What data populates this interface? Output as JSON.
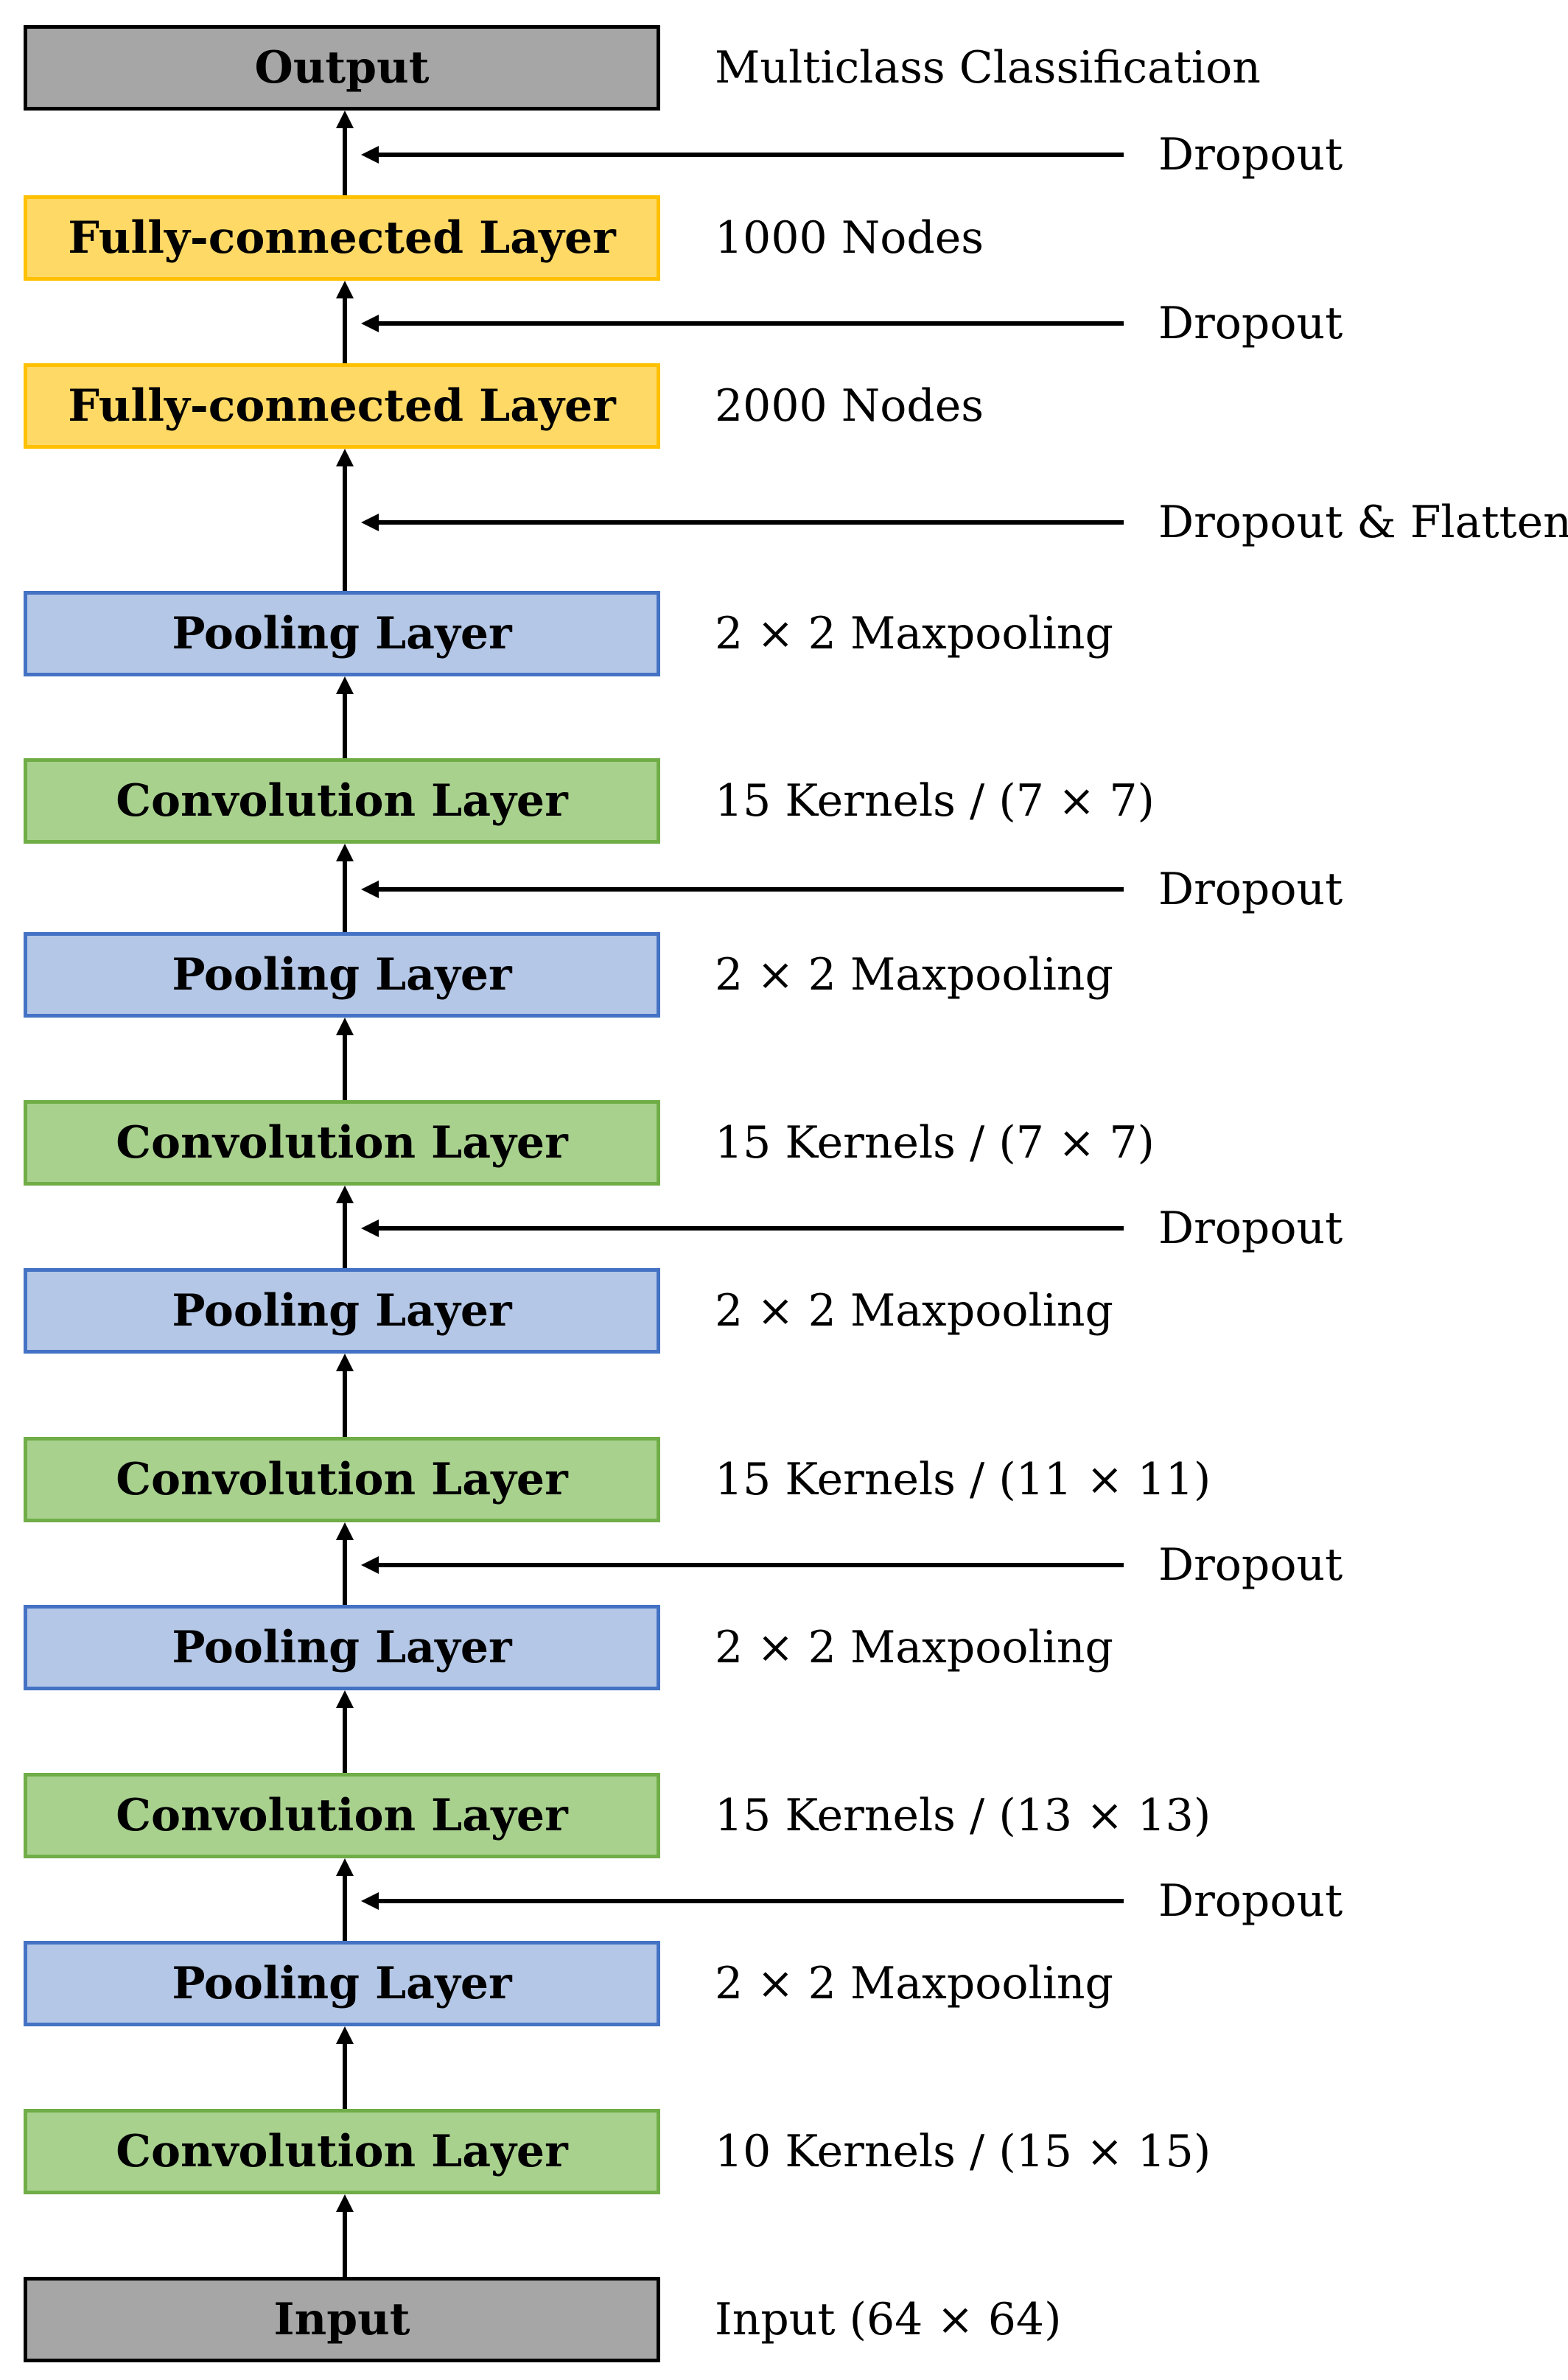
{
  "layers": [
    {
      "kind": "io",
      "label": "Output",
      "description": "Multiclass Classification"
    },
    {
      "kind": "dense",
      "label": "Fully-connected Layer",
      "description": "1000 Nodes"
    },
    {
      "kind": "dense",
      "label": "Fully-connected Layer",
      "description": "2000 Nodes"
    },
    {
      "kind": "pool",
      "label": "Pooling Layer",
      "description": "2 × 2 Maxpooling"
    },
    {
      "kind": "conv",
      "label": "Convolution Layer",
      "description": "15 Kernels / (7 × 7)"
    },
    {
      "kind": "pool",
      "label": "Pooling Layer",
      "description": "2 × 2 Maxpooling"
    },
    {
      "kind": "conv",
      "label": "Convolution Layer",
      "description": "15 Kernels / (7 × 7)"
    },
    {
      "kind": "pool",
      "label": "Pooling Layer",
      "description": "2 × 2 Maxpooling"
    },
    {
      "kind": "conv",
      "label": "Convolution Layer",
      "description": "15 Kernels / (11 × 11)"
    },
    {
      "kind": "pool",
      "label": "Pooling Layer",
      "description": "2 × 2 Maxpooling"
    },
    {
      "kind": "conv",
      "label": "Convolution Layer",
      "description": "15 Kernels / (13 × 13)"
    },
    {
      "kind": "pool",
      "label": "Pooling Layer",
      "description": "2 × 2 Maxpooling"
    },
    {
      "kind": "conv",
      "label": "Convolution Layer",
      "description": "10 Kernels / (15 × 15)"
    },
    {
      "kind": "io",
      "label": "Input",
      "description": "Input (64 × 64)"
    }
  ],
  "dropouts": [
    {
      "between": [
        0,
        1
      ],
      "label": "Dropout"
    },
    {
      "between": [
        1,
        2
      ],
      "label": "Dropout"
    },
    {
      "between": [
        2,
        3
      ],
      "label": "Dropout & Flatten"
    },
    {
      "between": [
        4,
        5
      ],
      "label": "Dropout"
    },
    {
      "between": [
        6,
        7
      ],
      "label": "Dropout"
    },
    {
      "between": [
        8,
        9
      ],
      "label": "Dropout"
    },
    {
      "between": [
        10,
        11
      ],
      "label": "Dropout"
    }
  ],
  "colors": {
    "io_fill": "#a6a6a6",
    "io_border": "#000000",
    "dense_fill": "#ffd966",
    "dense_border": "#ffc000",
    "pool_fill": "#b4c7e7",
    "pool_border": "#4472c4",
    "conv_fill": "#a9d18e",
    "conv_border": "#70ad47",
    "arrow": "#000000"
  }
}
